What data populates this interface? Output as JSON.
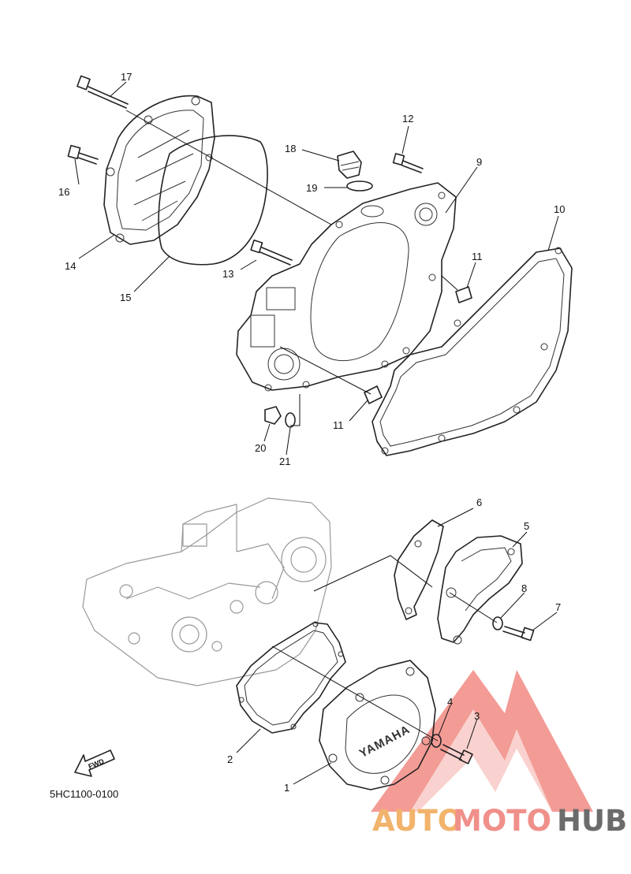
{
  "diagram": {
    "callouts": [
      "1",
      "2",
      "3",
      "4",
      "5",
      "6",
      "7",
      "8",
      "9",
      "10",
      "11",
      "11",
      "12",
      "13",
      "14",
      "15",
      "16",
      "17",
      "18",
      "19",
      "20",
      "21"
    ],
    "fwd_label": "FWD",
    "brand_on_cover": "YAMAHA",
    "reference_code": "5HC1100-0100"
  },
  "watermark": {
    "part_a": "AUTO",
    "part_b": "MOTO",
    "part_c": "HUB",
    "colors": {
      "auto": "#f2b36c",
      "moto": "#f0908a",
      "hub": "#6b6b6b",
      "logo": "#f07a72"
    }
  }
}
